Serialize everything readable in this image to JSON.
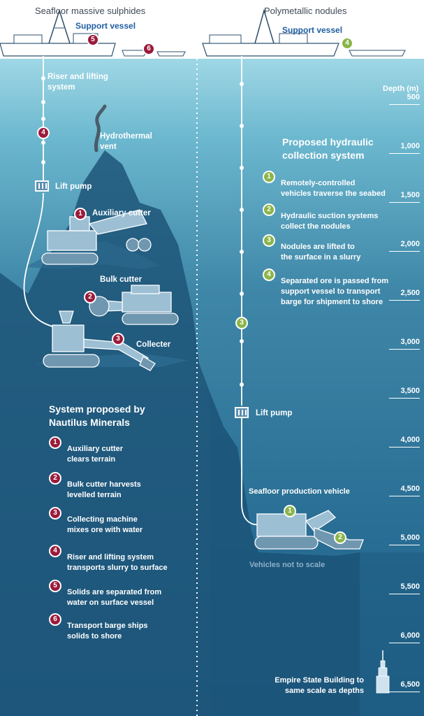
{
  "headings": {
    "left": "Seafloor massive sulphides",
    "right": "Polymetallic nodules"
  },
  "left": {
    "support_vessel": "Support vessel",
    "labels": {
      "riser": "Riser and lifting\nsystem",
      "vent": "Hydrothermal\nvent",
      "lift_pump": "Lift pump",
      "auxiliary_cutter": "Auxiliary cutter",
      "bulk_cutter": "Bulk cutter",
      "collecter": "Collecter"
    },
    "title": "System proposed by\nNautilus Minerals",
    "steps": [
      {
        "num": "1",
        "text": "Auxiliary cutter\nclears terrain"
      },
      {
        "num": "2",
        "text": "Bulk cutter harvests\nlevelled terrain"
      },
      {
        "num": "3",
        "text": "Collecting machine\nmixes ore with water"
      },
      {
        "num": "4",
        "text": "Riser and lifting system\ntransports slurry to surface"
      },
      {
        "num": "5",
        "text": "Solids are separated from\nwater on surface vessel"
      },
      {
        "num": "6",
        "text": "Transport barge ships\nsolids to shore"
      }
    ],
    "badges": {
      "vessel": "5",
      "barge": "6",
      "riser": "4",
      "aux": "1",
      "bulk": "2",
      "collect": "3"
    }
  },
  "right": {
    "support_vessel": "Support vessel",
    "title": "Proposed hydraulic\ncollection system",
    "steps": [
      {
        "num": "1",
        "text": "Remotely-controlled\nvehicles traverse the seabed"
      },
      {
        "num": "2",
        "text": "Hydraulic suction systems\ncollect the nodules"
      },
      {
        "num": "3",
        "text": "Nodules are lifted to\nthe surface in a slurry"
      },
      {
        "num": "4",
        "text": "Separated ore is passed from\nsupport vessel to transport\nbarge for shipment to shore"
      }
    ],
    "lift_pump": "Lift pump",
    "production_vehicle": "Seafloor production vehicle",
    "not_to_scale": "Vehicles not to scale",
    "empire": "Empire State Building to\nsame scale as depths",
    "badges": {
      "vessel": "4",
      "riser": "3",
      "veh1": "1",
      "veh2": "2"
    }
  },
  "depth": {
    "title": "Depth (m)",
    "ticks": [
      "500",
      "1,000",
      "1,500",
      "2,000",
      "2,500",
      "3,000",
      "3,500",
      "4,000",
      "4,500",
      "5,000",
      "5,500",
      "6,000",
      "6,500"
    ]
  },
  "colors": {
    "water_top": "#8ed0e0",
    "water_mid": "#3f87a8",
    "water_deep": "#1c5f86",
    "land": "#1b4d72",
    "land_edge": "#23587f",
    "red_badge": "#9b1b3b",
    "green_badge": "#8bb54a",
    "vessel_blue": "#1f5ea3"
  }
}
